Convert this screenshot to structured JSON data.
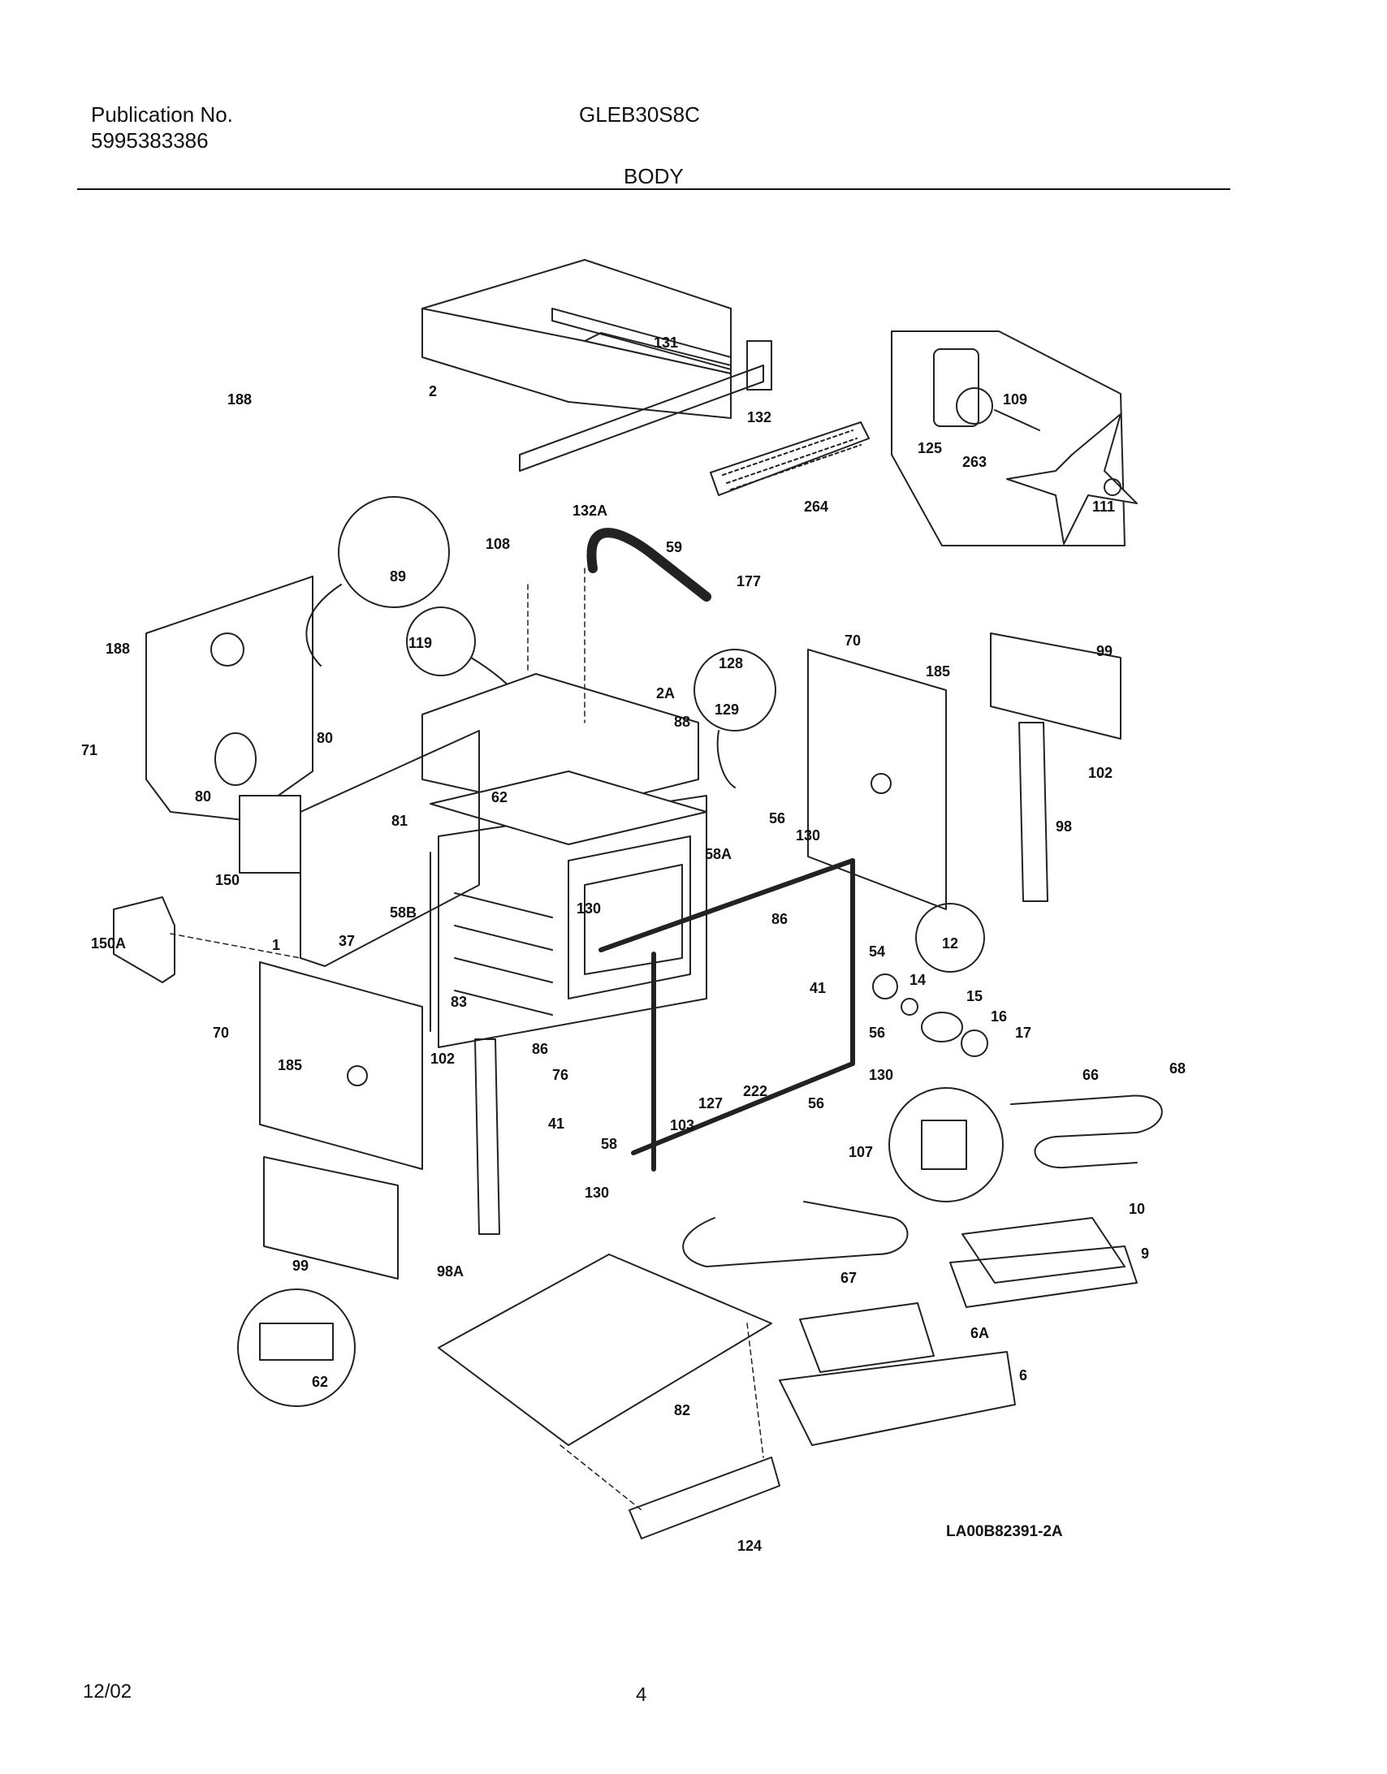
{
  "header": {
    "publication_label": "Publication No.",
    "publication_number": "5995383386",
    "model": "GLEB30S8C",
    "section": "BODY"
  },
  "footer": {
    "date": "12/02",
    "page": "4"
  },
  "diagram": {
    "code": "LA00B82391-2A",
    "callouts": [
      "131",
      "2",
      "132",
      "132A",
      "264",
      "125",
      "109",
      "263",
      "111",
      "188",
      "89",
      "108",
      "59",
      "177",
      "188",
      "119",
      "2A",
      "88",
      "128",
      "129",
      "70",
      "185",
      "99",
      "71",
      "80",
      "80",
      "62",
      "81",
      "58A",
      "56",
      "130",
      "102",
      "98",
      "150",
      "1",
      "150A",
      "58B",
      "130",
      "86",
      "12",
      "37",
      "83",
      "54",
      "14",
      "15",
      "16",
      "17",
      "41",
      "86",
      "56",
      "70",
      "185",
      "102",
      "76",
      "41",
      "127",
      "103",
      "222",
      "130",
      "66",
      "68",
      "56",
      "58",
      "107",
      "130",
      "99",
      "98A",
      "10",
      "9",
      "67",
      "6A",
      "62",
      "82",
      "6",
      "124"
    ]
  }
}
